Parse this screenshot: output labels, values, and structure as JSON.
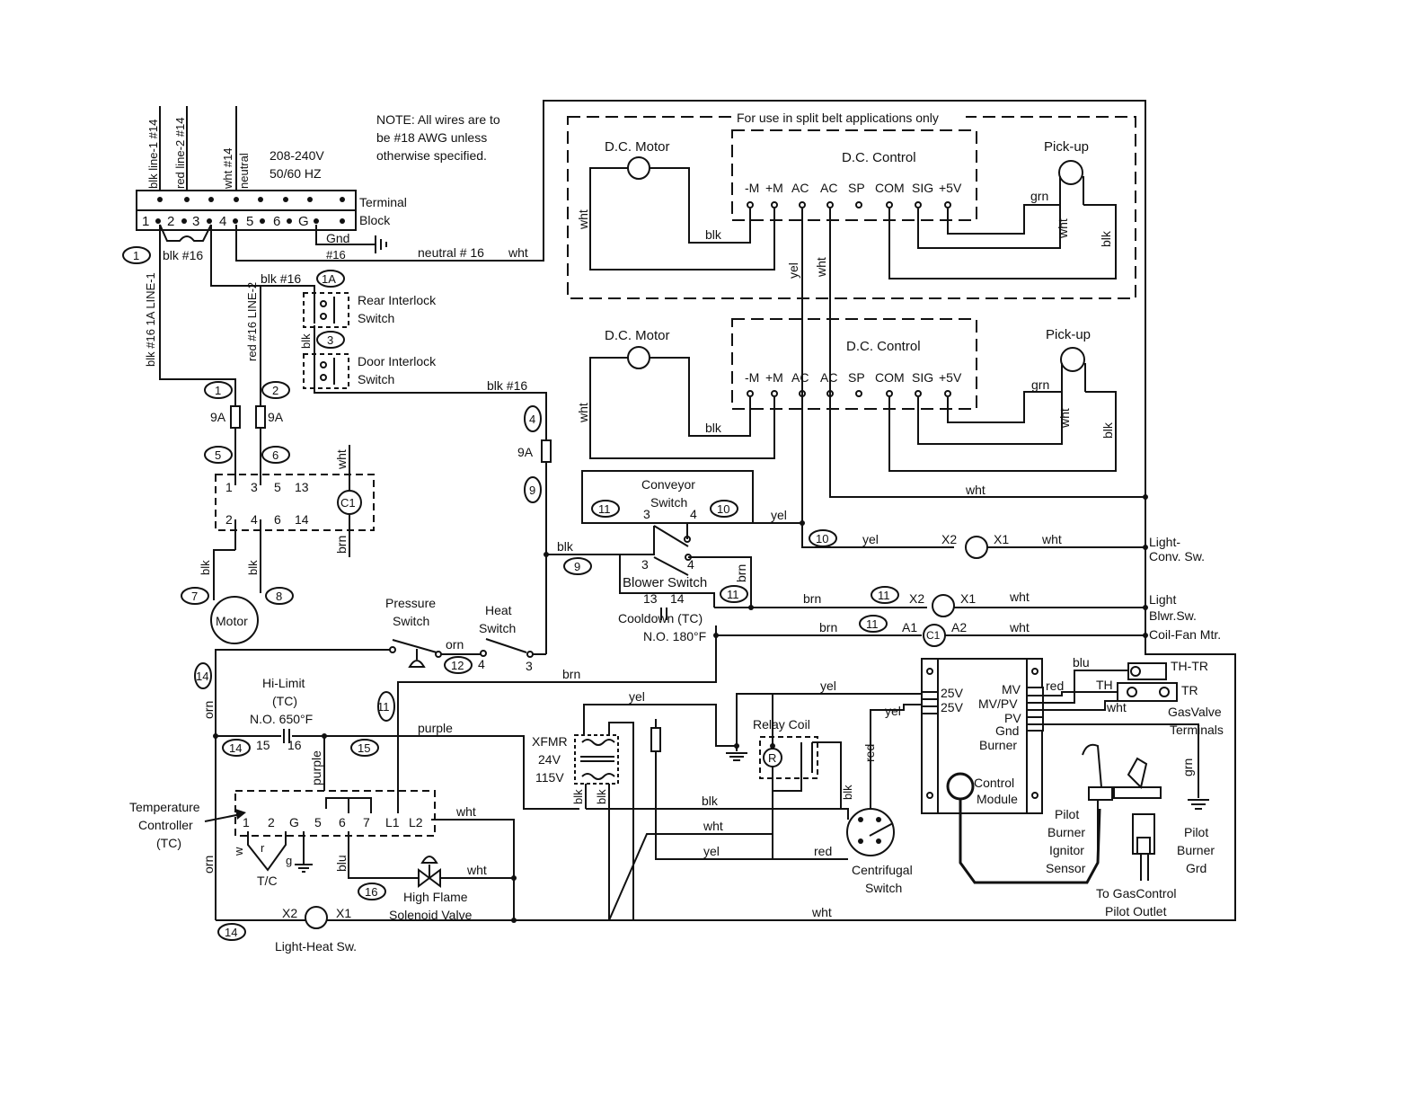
{
  "note": {
    "line1": "NOTE: All wires are to",
    "line2": "be #18 AWG unless",
    "line3": "otherwise specified."
  },
  "supply": {
    "wire_line1": "blk line-1 #14",
    "wire_line2": "red line-2 #14",
    "wire_neutral_a": "wht #14",
    "wire_neutral_b": "neutral",
    "voltage": "208-240V",
    "frequency": "50/60 HZ",
    "terminal_block_line1": "Terminal",
    "terminal_block_line2": "Block",
    "terminals": [
      "1",
      "2",
      "3",
      "4",
      "5",
      "6",
      "G"
    ],
    "gnd": "Gnd",
    "gnd_wire": "#16",
    "neutral_wire": "neutral # 16",
    "neutral_color": "wht"
  },
  "split_belt": {
    "title": "For use in split belt applications only"
  },
  "dc_units": [
    {
      "motor": "D.C. Motor",
      "control": "D.C. Control",
      "pickup": "Pick-up",
      "terminals": [
        "-M",
        "+M",
        "AC",
        "AC",
        "SP",
        "COM",
        "SIG",
        "+5V"
      ],
      "wires": {
        "motor_wht": "wht",
        "motor_blk": "blk",
        "grn": "grn",
        "pick_wht": "wht",
        "pick_blk": "blk",
        "yel": "yel",
        "wht": "wht"
      }
    },
    {
      "motor": "D.C. Motor",
      "control": "D.C. Control",
      "pickup": "Pick-up",
      "terminals": [
        "-M",
        "+M",
        "AC",
        "AC",
        "SP",
        "COM",
        "SIG",
        "+5V"
      ],
      "wires": {
        "motor_wht": "wht",
        "motor_blk": "blk",
        "grn": "grn",
        "pick_wht": "wht",
        "pick_blk": "blk",
        "wht_bottom": "wht"
      }
    }
  ],
  "left_circuit": {
    "wire_blk16": "blk #16",
    "wire_blk16_b": "blk #16",
    "line1_label": "blk #16 1A LINE-1",
    "line2_label": "red #16 LINE-2",
    "blk": "blk",
    "rear_interlock": [
      "Rear Interlock",
      "Switch"
    ],
    "door_interlock": [
      "Door Interlock",
      "Switch"
    ],
    "blk16_right": "blk #16",
    "fuses": [
      "9A",
      "9A",
      "9A"
    ],
    "contactor": {
      "top": [
        "1",
        "3",
        "5",
        "13"
      ],
      "bottom": [
        "2",
        "4",
        "6",
        "14"
      ],
      "coil": "C1",
      "wht": "wht",
      "brn": "brn"
    },
    "motor": "Motor",
    "motor_wires": [
      "blk",
      "blk"
    ]
  },
  "callouts": {
    "c1": "1",
    "c1a": "1A",
    "c3": "3",
    "c1b": "1",
    "c2": "2",
    "c4": "4",
    "c5": "5",
    "c6": "6",
    "c7": "7",
    "c8": "8",
    "c9a": "9",
    "c9b": "9",
    "c10a": "10",
    "c10b": "10",
    "c11a": "11",
    "c11b": "11",
    "c11c": "11",
    "c11d": "11",
    "c11e": "11",
    "c12": "12",
    "c14a": "14",
    "c14b": "14",
    "c14c": "14",
    "c15": "15",
    "c16": "16"
  },
  "switches": {
    "conveyor": [
      "Conveyor",
      "Switch"
    ],
    "conveyor_terms": [
      "3",
      "4"
    ],
    "blower": "Blower Switch",
    "blower_terms": [
      "3",
      "4",
      "13",
      "14"
    ],
    "cooldown": [
      "Cooldown (TC)",
      "N.O. 180°F"
    ],
    "pressure": [
      "Pressure",
      "Switch"
    ],
    "heat": [
      "Heat",
      "Switch"
    ],
    "heat_terms": [
      "4",
      "3"
    ],
    "orn": "orn"
  },
  "lights": {
    "light_conv": [
      "Light-",
      "Conv. Sw."
    ],
    "light_blwr": [
      "Light",
      "Blwr.Sw."
    ],
    "coil_fan": "Coil-Fan Mtr.",
    "x2": "X2",
    "x1": "X1",
    "a1": "A1",
    "a2": "A2",
    "c1": "C1",
    "light_heat": "Light-Heat Sw."
  },
  "wire_labels": {
    "blk": "blk",
    "yel": "yel",
    "wht": "wht",
    "brn": "brn",
    "purple": "purple",
    "orn": "orn",
    "red": "red",
    "blu": "blu",
    "grn": "grn"
  },
  "hi_limit": [
    "Hi-Limit",
    "(TC)",
    "N.O. 650°F"
  ],
  "hi_limit_terms": [
    "15",
    "16"
  ],
  "temp_controller": {
    "label": [
      "Temperature",
      "Controller",
      "(TC)"
    ],
    "terms": [
      "1",
      "2",
      "G",
      "5",
      "6",
      "7",
      "L1",
      "L2"
    ],
    "tc": "T/C",
    "leads": [
      "w",
      "r",
      "g"
    ]
  },
  "solenoid": [
    "High Flame",
    "Solenoid Valve"
  ],
  "xfmr": [
    "XFMR",
    "24V",
    "115V"
  ],
  "relay_coil": "Relay Coil",
  "relay_r": "R",
  "centrifugal": [
    "Centrifugal",
    "Switch"
  ],
  "control_module": {
    "label": [
      "Control",
      "Module"
    ],
    "left": [
      "25V",
      "25V"
    ],
    "right": [
      "MV",
      "MV/PV",
      "PV",
      "Gnd",
      "Burner"
    ]
  },
  "gas_valve": {
    "th_tr": "TH-TR",
    "th": "TH",
    "tr": "TR",
    "label": [
      "GasValve",
      "Terminals"
    ]
  },
  "pilot": {
    "sensor": [
      "Pilot",
      "Burner",
      "Ignitor",
      "Sensor"
    ],
    "grd": [
      "Pilot",
      "Burner",
      "Grd"
    ],
    "outlet": [
      "To GasControl",
      "Pilot Outlet"
    ]
  }
}
